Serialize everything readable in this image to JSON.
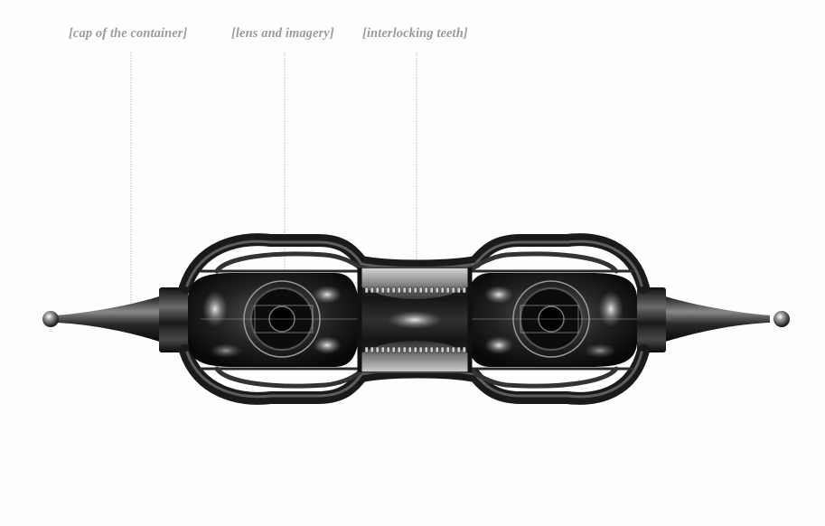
{
  "figure": {
    "labels": {
      "cap": "[cap of the container]",
      "lens": "[lens and imagery]",
      "teeth": "[interlocking teeth]"
    },
    "colors": {
      "background": "#fefefd",
      "label_text": "#9b9b9b",
      "leader_line": "#b5b5b5",
      "metal_dark": "#0d0d0d",
      "metal_mid": "#555555",
      "highlight": "#f2f2f2"
    }
  }
}
